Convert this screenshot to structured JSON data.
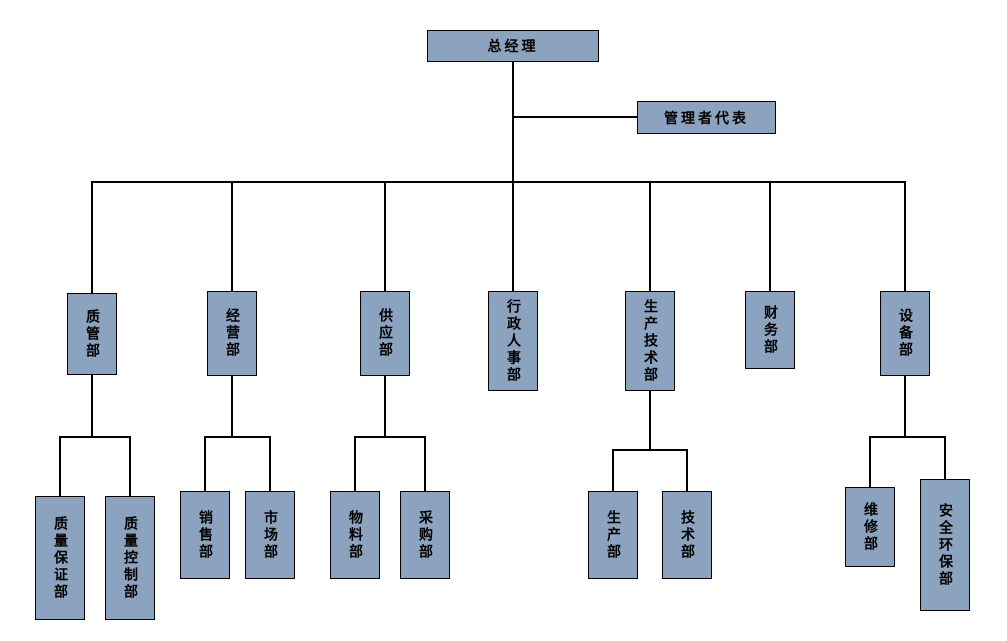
{
  "diagram": {
    "type": "org-chart",
    "nodes": {
      "ceo": "总经理",
      "rep": "管理者代表",
      "dept_quality": "质管部",
      "dept_business": "经营部",
      "dept_supply": "供应部",
      "dept_admin_hr": "行政人事部",
      "dept_prod_tech": "生产技术部",
      "dept_finance": "财务部",
      "dept_equipment": "设备部",
      "sub_qa": "质量保证部",
      "sub_qc": "质量控制部",
      "sub_sales": "销售部",
      "sub_market": "市场部",
      "sub_material": "物料部",
      "sub_purchase": "采购部",
      "sub_production": "生产部",
      "sub_tech": "技术部",
      "sub_maintenance": "维修部",
      "sub_safety": "安全环保部"
    },
    "hierarchy": {
      "root": "总经理",
      "staff_of_root": [
        "管理者代表"
      ],
      "departments": [
        {
          "label": "质管部",
          "children": [
            "质量保证部",
            "质量控制部"
          ]
        },
        {
          "label": "经营部",
          "children": [
            "销售部",
            "市场部"
          ]
        },
        {
          "label": "供应部",
          "children": [
            "物料部",
            "采购部"
          ]
        },
        {
          "label": "行政人事部",
          "children": []
        },
        {
          "label": "生产技术部",
          "children": [
            "生产部",
            "技术部"
          ]
        },
        {
          "label": "财务部",
          "children": []
        },
        {
          "label": "设备部",
          "children": [
            "维修部",
            "安全环保部"
          ]
        }
      ]
    },
    "colors": {
      "box_fill": "#8BA3BF",
      "box_border": "#000000",
      "line": "#000000",
      "text": "#000000",
      "background": "#FFFFFF"
    }
  }
}
